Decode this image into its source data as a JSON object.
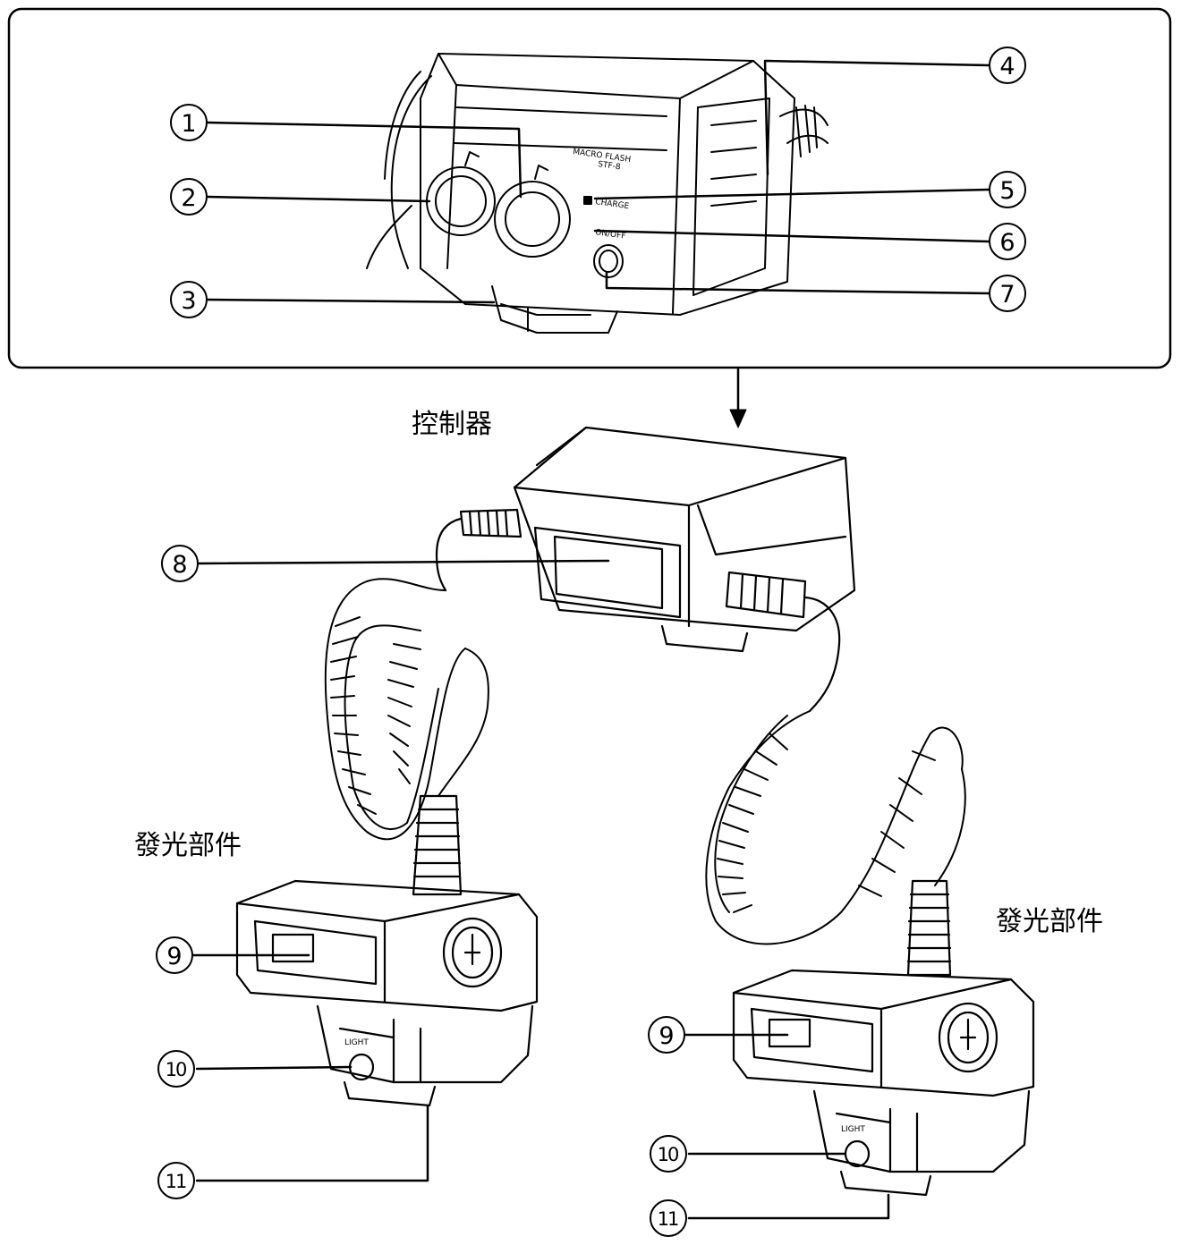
{
  "captions": {
    "controller": "控制器",
    "emitter_left": "發光部件",
    "emitter_right": "發光部件"
  },
  "controller_panel_text": {
    "brand_line1": "MACRO FLASH",
    "brand_line2": "STF-8",
    "charge": "CHARGE",
    "on_off": "ON/OFF"
  },
  "emitter_panel_text": {
    "left_label": "LIGHT",
    "right_label": "LIGHT"
  },
  "callouts": [
    {
      "id": "1",
      "label": "1"
    },
    {
      "id": "2",
      "label": "2"
    },
    {
      "id": "3",
      "label": "3"
    },
    {
      "id": "4",
      "label": "4"
    },
    {
      "id": "5",
      "label": "5"
    },
    {
      "id": "6",
      "label": "6"
    },
    {
      "id": "7",
      "label": "7"
    },
    {
      "id": "8",
      "label": "8"
    },
    {
      "id": "9a",
      "label": "9"
    },
    {
      "id": "10a",
      "label": "10"
    },
    {
      "id": "11a",
      "label": "11"
    },
    {
      "id": "9b",
      "label": "9"
    },
    {
      "id": "10b",
      "label": "10"
    },
    {
      "id": "11b",
      "label": "11"
    }
  ]
}
